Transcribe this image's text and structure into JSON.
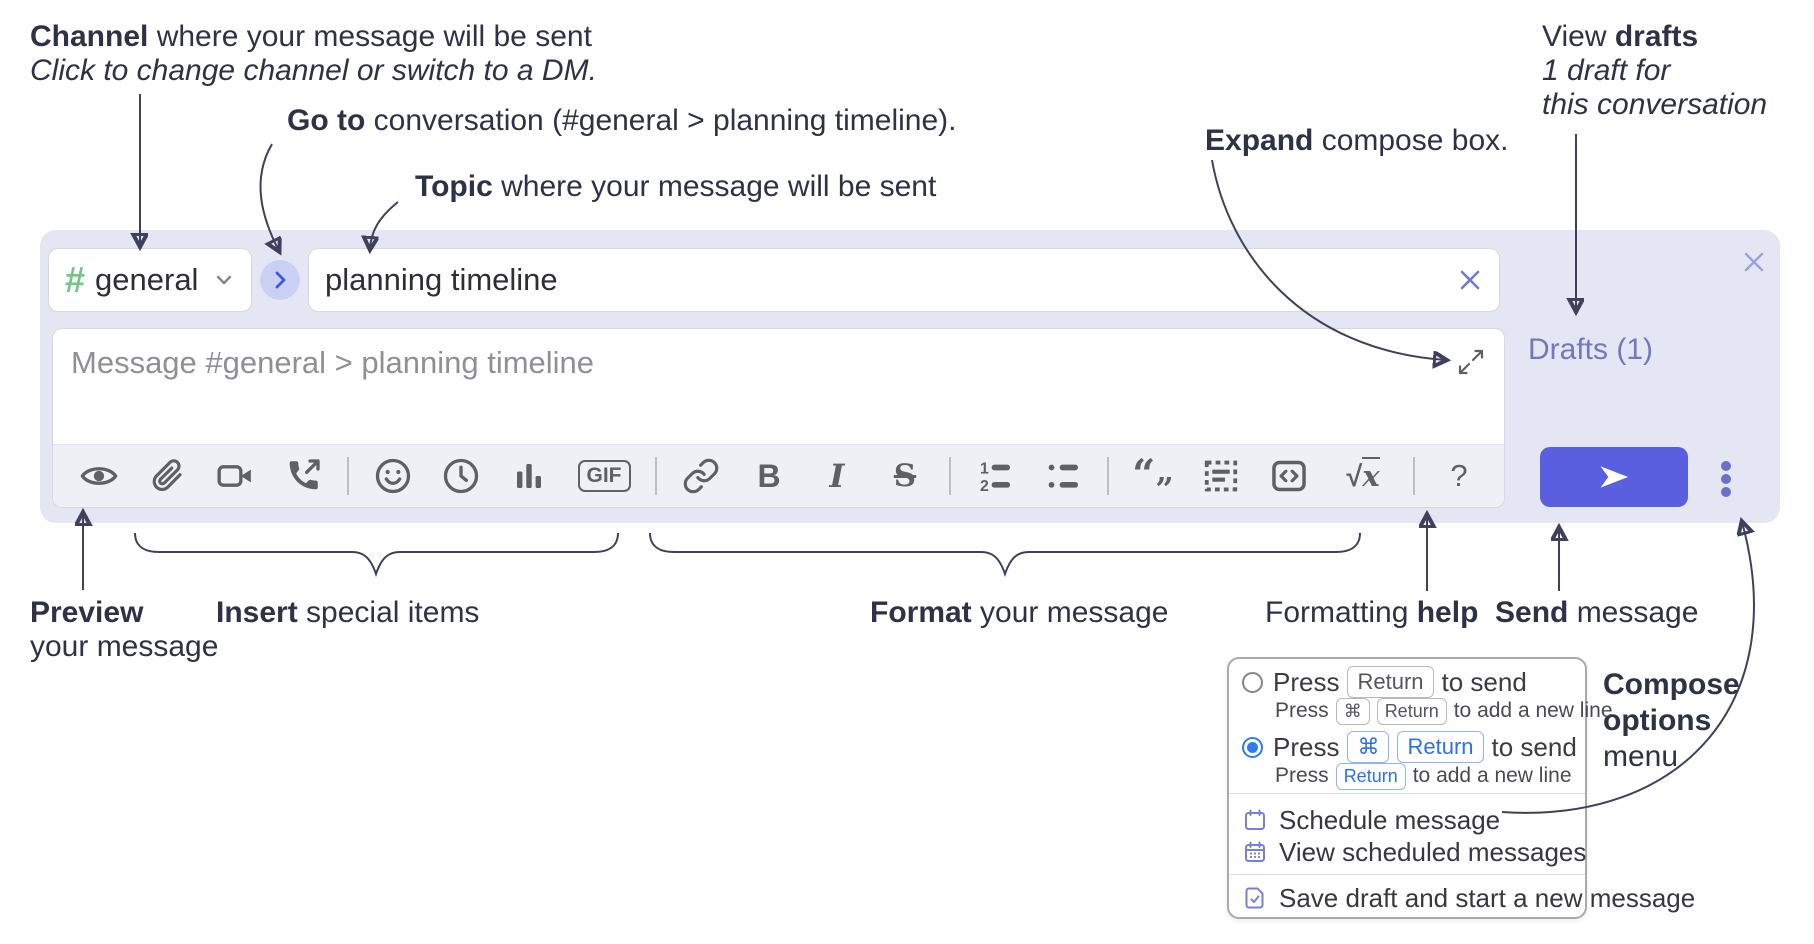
{
  "annotations": {
    "channel": {
      "bold": "Channel",
      "rest": " where your message will be sent",
      "line2": "Click to change channel or switch to a DM."
    },
    "goto": {
      "bold": "Go to",
      "rest": " conversation (#general > planning timeline)."
    },
    "topic": {
      "bold": "Topic",
      "rest": " where your message will be sent"
    },
    "view_drafts": {
      "pre": "View ",
      "bold": "drafts",
      "line2": "1 draft for",
      "line3": "this conversation"
    },
    "expand": {
      "bold": "Expand",
      "rest": " compose box."
    },
    "preview": {
      "bold": "Preview",
      "line2": "your message"
    },
    "insert": {
      "bold": "Insert",
      "rest": " special items"
    },
    "format": {
      "bold": "Format",
      "rest": " your message"
    },
    "help": {
      "pre": "Formatting ",
      "bold": "help"
    },
    "send": {
      "bold": "Send",
      "rest": " message"
    },
    "compose_options": {
      "line1": "Compose",
      "line2": "options",
      "line3": "menu"
    }
  },
  "compose": {
    "channel": {
      "hash": "#",
      "name": "general"
    },
    "topic_value": "planning timeline",
    "message_placeholder": "Message #general > planning timeline",
    "drafts_label": "Drafts (1)",
    "toolbar": {
      "gif": "GIF",
      "bold": "B",
      "italic": "I",
      "strike": "S",
      "ol1": "1",
      "ol2": "2",
      "quote_open": "“",
      "quote_close": "”",
      "code": "<>",
      "math_root": "√",
      "math_x": "x",
      "help": "?"
    }
  },
  "popup": {
    "option1": {
      "pre": "Press",
      "key1": "Return",
      "post": "to send",
      "sub_pre": "Press",
      "sub_key1": "⌘",
      "sub_key2": "Return",
      "sub_post": "to add a new line"
    },
    "option2": {
      "pre": "Press",
      "key1": "⌘",
      "key2": "Return",
      "post": "to send",
      "sub_pre": "Press",
      "sub_key1": "Return",
      "sub_post": "to add a new line"
    },
    "items": [
      {
        "label": "Schedule message"
      },
      {
        "label": "View scheduled messages"
      },
      {
        "label": "Save draft and start a new message"
      }
    ]
  },
  "colors": {
    "accent": "#5a5fe0",
    "compose_bg": "#e4e6f3",
    "annotation_text": "#2f3146",
    "channel_green": "#72c585",
    "radio_blue": "#2e7cf0",
    "drafts_link": "#7078c0"
  }
}
